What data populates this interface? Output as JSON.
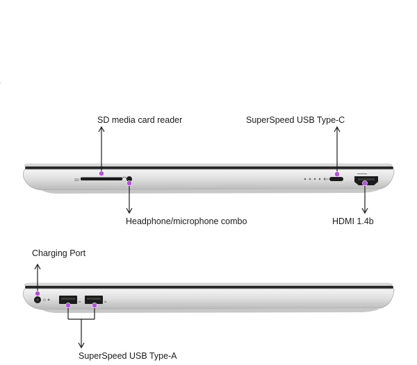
{
  "colors": {
    "background": "#ffffff",
    "text": "#1a1a1a",
    "marker": "#b54fe0",
    "chassis": "#d6d6d6",
    "chassis_highlight": "#f2f2f2",
    "chassis_shadow": "#a9a9a9",
    "seam": "#2a2a2a",
    "arrow": "#1a1a1a"
  },
  "side_right": {
    "labels": {
      "sd_card": "SD media card reader",
      "usb_c": "SuperSpeed USB Type-C",
      "audio": "Headphone/microphone combo",
      "hdmi": "HDMI 1.4b"
    },
    "engravings": {
      "sd": "SD"
    },
    "icons": [
      "sd-card-slot-icon",
      "audio-jack-icon",
      "status-leds-icon",
      "usb-symbol-icon",
      "usb-c-port-icon",
      "hdmi-port-icon"
    ]
  },
  "side_left": {
    "labels": {
      "charging": "Charging Port",
      "usb_a": "SuperSpeed USB Type-A"
    },
    "icons": [
      "charging-port-icon",
      "usb-a-port-icon",
      "usb-a-port-icon"
    ]
  }
}
